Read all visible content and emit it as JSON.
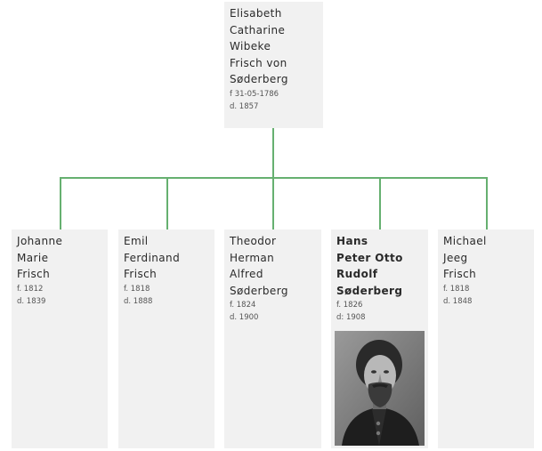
{
  "line_color": "#66b070",
  "box_color": "#f1f1f1",
  "root": {
    "name": "Elisabeth\nCatharine\nWibeke\nFrisch von\nSøderberg",
    "born": "f 31-05-1786",
    "died": "d. 1857"
  },
  "children": [
    {
      "name": "Johanne\nMarie\nFrisch",
      "born": "f. 1812",
      "died": "d. 1839"
    },
    {
      "name": "Emil\nFerdinand\nFrisch",
      "born": "f. 1818",
      "died": "d. 1888"
    },
    {
      "name": "Theodor\nHerman\nAlfred\nSøderberg",
      "born": "f. 1824",
      "died": "d. 1900"
    },
    {
      "name": "Hans\nPeter Otto\nRudolf\nSøderberg",
      "born": "f. 1826",
      "died": "d: 1908",
      "photo_icon": "portrait-photo"
    },
    {
      "name": "Michael\nJeeg\nFrisch",
      "born": "f. 1818",
      "died": "d. 1848"
    }
  ]
}
